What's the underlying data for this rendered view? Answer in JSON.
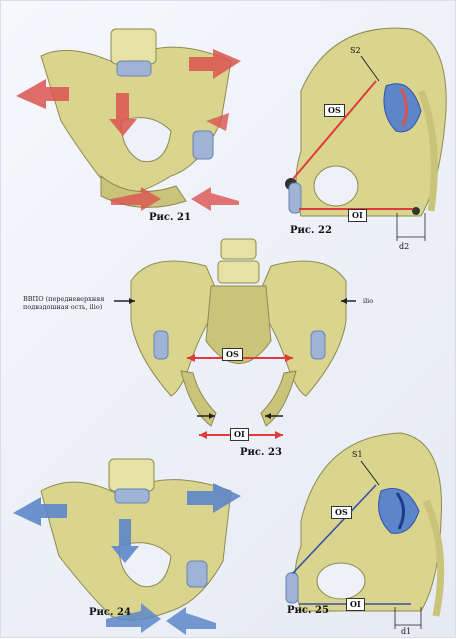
{
  "figures": {
    "fig21": {
      "caption": "Рис. 21"
    },
    "fig22": {
      "caption": "Рис. 22",
      "labels": {
        "s": "S2",
        "os": "OS",
        "oi": "OI",
        "d": "d2"
      }
    },
    "fig23": {
      "caption": "Рис. 23",
      "labels": {
        "os": "OS",
        "oi": "OI",
        "left_note_line1": "ВВПО (передневерхняя",
        "left_note_line2": "подвздошная ость, ilio)",
        "right_note": "ilio"
      }
    },
    "fig24": {
      "caption": "Рис. 24"
    },
    "fig25": {
      "caption": "Рис. 25",
      "labels": {
        "s": "S1",
        "os": "OS",
        "oi": "OI",
        "d": "d1"
      }
    }
  },
  "colors": {
    "bone": "#d9d58f",
    "bone_shadow": "#b9b46a",
    "cartilage": "#9fb3d6",
    "arrow_red": "#d9534f",
    "arrow_blue": "#5c86c9",
    "line_red": "#e03b3b",
    "line_blue": "#3a4fa6"
  }
}
